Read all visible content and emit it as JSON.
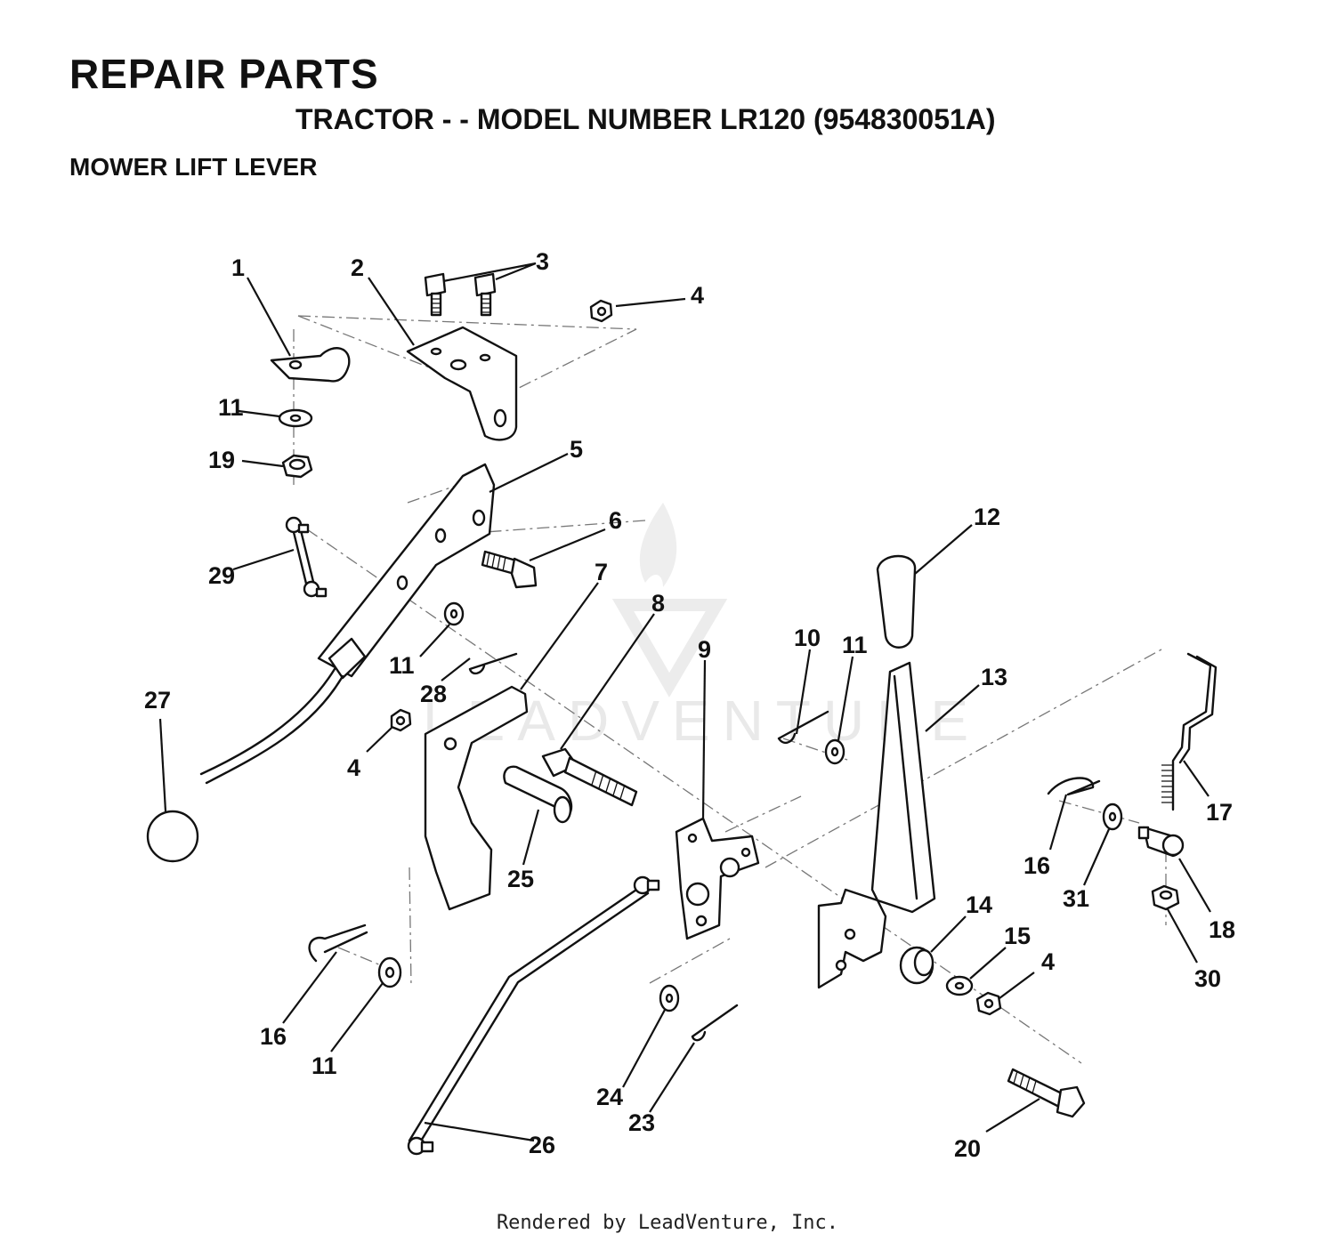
{
  "header": {
    "title": "REPAIR PARTS",
    "subtitle": "TRACTOR - - MODEL NUMBER LR120 (954830051A)",
    "section": "MOWER LIFT LEVER"
  },
  "watermark": {
    "text": "LEADVENTURE"
  },
  "callouts": {
    "c1": "1",
    "c2": "2",
    "c3": "3",
    "c4a": "4",
    "c4b": "4",
    "c4c": "4",
    "c5": "5",
    "c6": "6",
    "c7": "7",
    "c8": "8",
    "c9": "9",
    "c10": "10",
    "c11a": "11",
    "c11b": "11",
    "c11c": "11",
    "c11d": "11",
    "c12": "12",
    "c13": "13",
    "c14": "14",
    "c15": "15",
    "c16a": "16",
    "c16b": "16",
    "c17": "17",
    "c18": "18",
    "c19": "19",
    "c20": "20",
    "c23": "23",
    "c24": "24",
    "c25": "25",
    "c26": "26",
    "c27": "27",
    "c28": "28",
    "c29": "29",
    "c30": "30",
    "c31": "31"
  },
  "footer": {
    "text": "Rendered by LeadVenture, Inc."
  }
}
